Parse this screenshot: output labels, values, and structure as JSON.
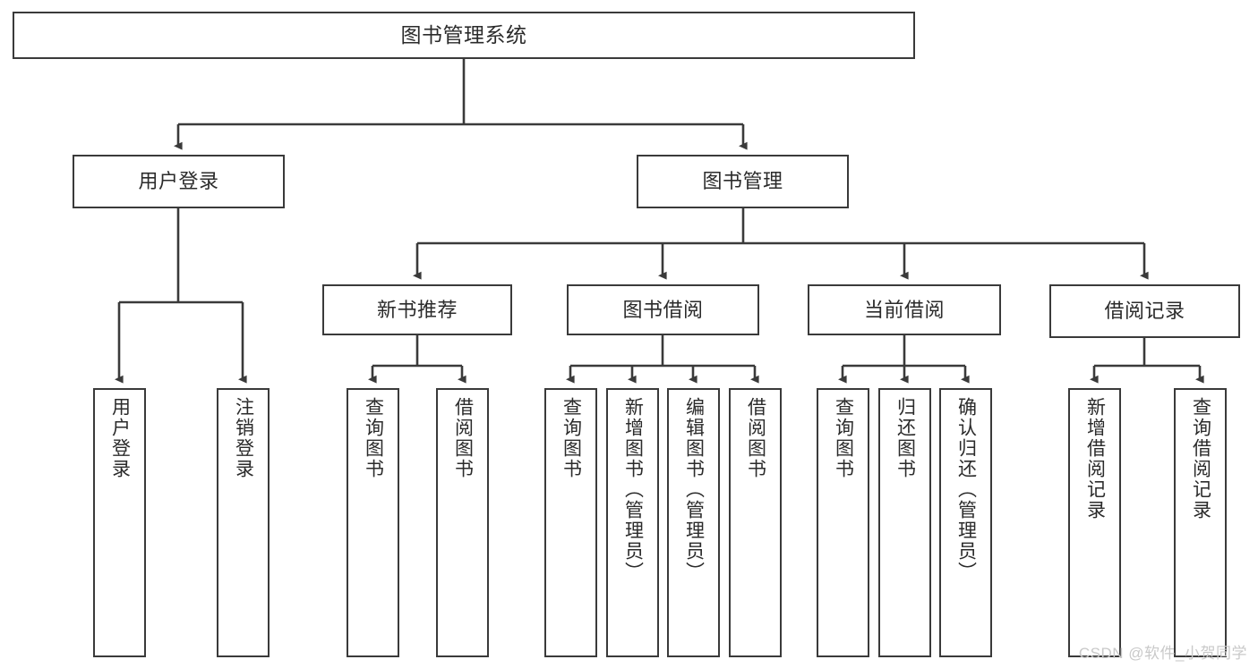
{
  "diagram": {
    "title": "图书管理系统",
    "watermark": "CSDN @软件_小贺同学",
    "colors": {
      "stroke": "#3a3a3a",
      "fill": "#ffffff",
      "text": "#2b2b2b",
      "watermark": "#c9c9c9"
    },
    "nodes": {
      "root": {
        "label": "图书管理系统"
      },
      "level1": [
        {
          "key": "user-login",
          "label": "用户登录"
        },
        {
          "key": "book-management",
          "label": "图书管理"
        }
      ],
      "level2": [
        {
          "key": "new-book-recommend",
          "label": "新书推荐"
        },
        {
          "key": "book-borrow",
          "label": "图书借阅"
        },
        {
          "key": "current-borrow",
          "label": "当前借阅"
        },
        {
          "key": "borrow-record",
          "label": "借阅记录"
        }
      ],
      "leaves": {
        "user-login": [
          {
            "key": "login",
            "label": "用户登录"
          },
          {
            "key": "logout",
            "label": "注销登录"
          }
        ],
        "new-book-recommend": [
          {
            "key": "query-book",
            "label": "查询图书"
          },
          {
            "key": "borrow-book",
            "label": "借阅图书"
          }
        ],
        "book-borrow": [
          {
            "key": "query-book",
            "label": "查询图书"
          },
          {
            "key": "add-book",
            "label": "新增图书（管理员）"
          },
          {
            "key": "edit-book",
            "label": "编辑图书（管理员）"
          },
          {
            "key": "borrow-book",
            "label": "借阅图书"
          }
        ],
        "current-borrow": [
          {
            "key": "query-book",
            "label": "查询图书"
          },
          {
            "key": "return-book",
            "label": "归还图书"
          },
          {
            "key": "confirm-return",
            "label": "确认归还（管理员）"
          }
        ],
        "borrow-record": [
          {
            "key": "add-record",
            "label": "新增借阅记录"
          },
          {
            "key": "query-record",
            "label": "查询借阅记录"
          }
        ]
      }
    }
  }
}
